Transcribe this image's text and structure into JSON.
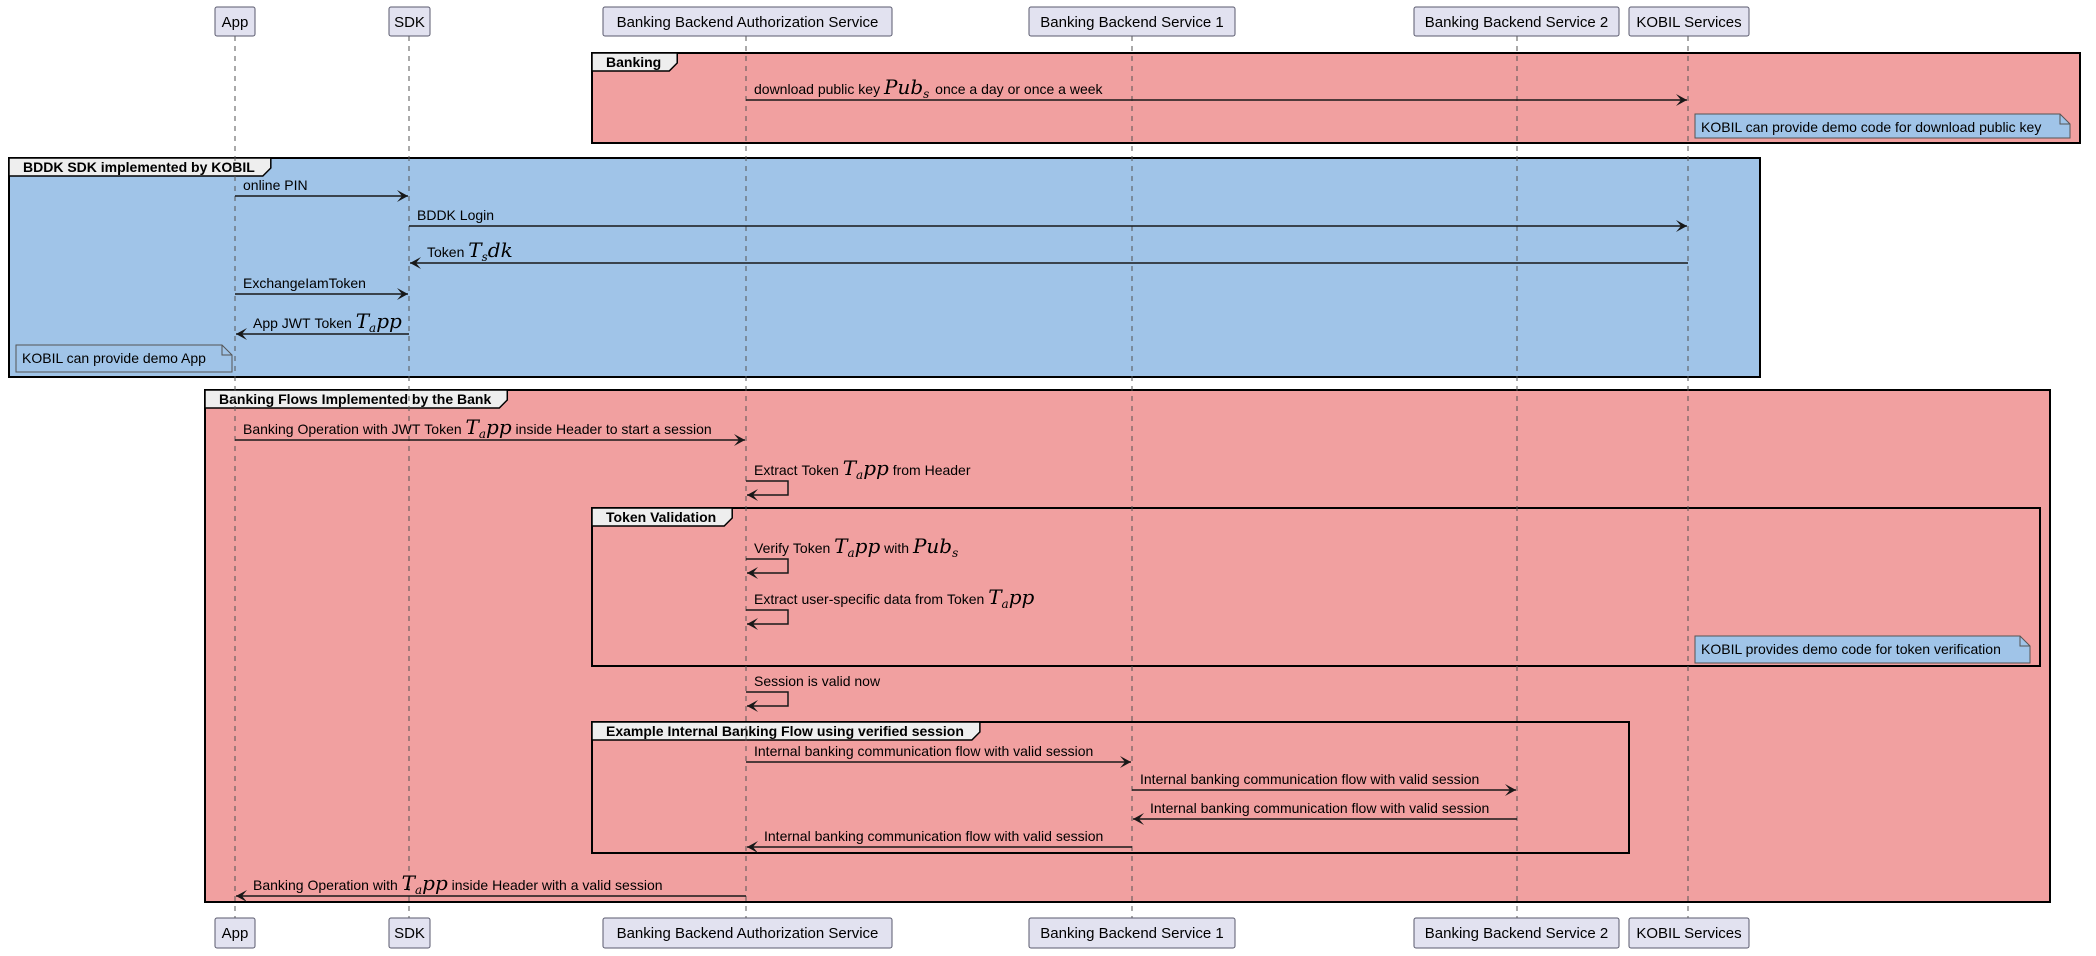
{
  "colors": {
    "banking_group": "#F1A0A0",
    "kobil_group": "#A0C4E8",
    "note_fill": "#A0C4E8",
    "participant_fill": "#E2E2F0",
    "participant_border": "#5A5A6E",
    "group_header_fill": "#EEEEEE"
  },
  "participants": [
    {
      "name": "App"
    },
    {
      "name": "SDK"
    },
    {
      "name": "Banking Backend Authorization Service"
    },
    {
      "name": "Banking Backend Service 1"
    },
    {
      "name": "Banking Backend Service 2"
    },
    {
      "name": "KOBIL Services"
    }
  ],
  "groups": [
    {
      "label": "Banking",
      "color": "#F1A0A0"
    },
    {
      "label": "BDDK SDK implemented by KOBIL",
      "color": "#A0C4E8"
    },
    {
      "label": "Banking Flows Implemented by the Bank",
      "color": "#F1A0A0"
    },
    {
      "label": "Token Validation",
      "color": "#F1A0A0"
    },
    {
      "label": "Example Internal Banking Flow using verified session",
      "color": "#F1A0A0"
    }
  ],
  "messages": [
    {
      "from": 2,
      "to": 5,
      "parts": [
        {
          "t": "download public key "
        },
        {
          "m": "Pub",
          "sub": "s",
          "rest": ""
        },
        {
          "t": " once a day or once a week"
        }
      ]
    },
    {
      "from": 0,
      "to": 1,
      "parts": [
        {
          "t": "online PIN"
        }
      ]
    },
    {
      "from": 1,
      "to": 5,
      "parts": [
        {
          "t": "BDDK Login"
        }
      ]
    },
    {
      "from": 5,
      "to": 1,
      "parts": [
        {
          "t": "Token "
        },
        {
          "m": "T",
          "sub": "s",
          "rest": "dk"
        }
      ]
    },
    {
      "from": 0,
      "to": 1,
      "parts": [
        {
          "t": "ExchangeIamToken"
        }
      ]
    },
    {
      "from": 1,
      "to": 0,
      "parts": [
        {
          "t": "App JWT Token "
        },
        {
          "m": "T",
          "sub": "a",
          "rest": "pp"
        }
      ]
    },
    {
      "from": 0,
      "to": 2,
      "parts": [
        {
          "t": "Banking Operation with JWT Token "
        },
        {
          "m": "T",
          "sub": "a",
          "rest": "pp"
        },
        {
          "t": " inside Header to start a session"
        }
      ]
    },
    {
      "from": 2,
      "to": 2,
      "parts": [
        {
          "t": "Extract Token "
        },
        {
          "m": "T",
          "sub": "a",
          "rest": "pp"
        },
        {
          "t": " from Header"
        }
      ]
    },
    {
      "from": 2,
      "to": 2,
      "parts": [
        {
          "t": "Verify Token "
        },
        {
          "m": "T",
          "sub": "a",
          "rest": "pp"
        },
        {
          "t": " with "
        },
        {
          "m": "Pub",
          "sub": "s",
          "rest": ""
        }
      ]
    },
    {
      "from": 2,
      "to": 2,
      "parts": [
        {
          "t": "Extract user-specific data from Token "
        },
        {
          "m": "T",
          "sub": "a",
          "rest": "pp"
        }
      ]
    },
    {
      "from": 2,
      "to": 2,
      "parts": [
        {
          "t": "Session is valid now"
        }
      ]
    },
    {
      "from": 2,
      "to": 3,
      "parts": [
        {
          "t": "Internal banking communication flow with valid session"
        }
      ]
    },
    {
      "from": 3,
      "to": 4,
      "parts": [
        {
          "t": "Internal banking communication flow with valid session"
        }
      ]
    },
    {
      "from": 4,
      "to": 3,
      "parts": [
        {
          "t": "Internal banking communication flow with valid session"
        }
      ]
    },
    {
      "from": 3,
      "to": 2,
      "parts": [
        {
          "t": "Internal banking communication flow with valid session"
        }
      ]
    },
    {
      "from": 2,
      "to": 0,
      "parts": [
        {
          "t": "Banking Operation with "
        },
        {
          "m": "T",
          "sub": "a",
          "rest": "pp"
        },
        {
          "t": " inside Header with a valid session"
        }
      ]
    }
  ],
  "notes": [
    {
      "text": "KOBIL can provide demo code for download public key"
    },
    {
      "text": "KOBIL can provide demo App"
    },
    {
      "text": "KOBIL provides demo code for token verification"
    }
  ]
}
